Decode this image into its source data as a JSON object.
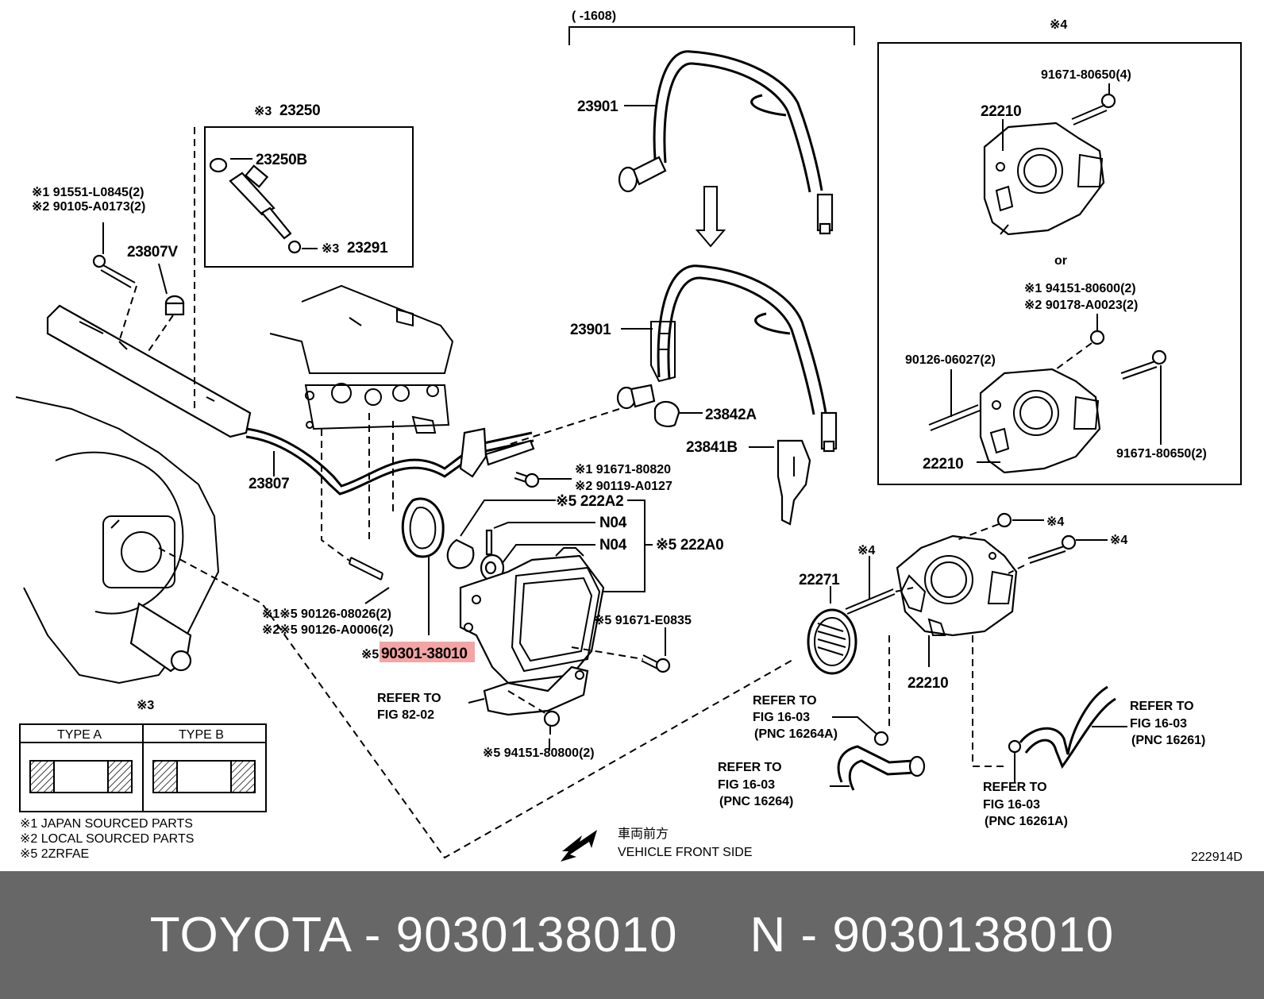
{
  "header": {
    "date_range": "(       -1608)",
    "group4_tag": "※4"
  },
  "labels": {
    "p23250": "23250",
    "p23250_mark": "※3",
    "p23250B": "23250B",
    "p23291": "23291",
    "p23291_mark": "※3",
    "p23807V": "23807V",
    "p23807": "23807",
    "bolt_a1": "※1 91551-L0845(2)",
    "bolt_a2": "※2 90105-A0173(2)",
    "p23901_top": "23901",
    "p23901_mid": "23901",
    "p23842A": "23842A",
    "p23841B": "23841B",
    "bolt_b1": "※1 91671-80820",
    "bolt_b2": "※2 90119-A0127",
    "p222A2": "※5 222A2",
    "n04_a": "N04",
    "n04_b": "N04",
    "p222A0": "※5 222A0",
    "stud_1": "※1※5 90126-08026(2)",
    "stud_2": "※2※5 90126-A0006(2)",
    "gasket_mark": "※5",
    "gasket_pn": "90301-38010",
    "bolt_c": "※5 91671-E0835",
    "refer_82": "REFER TO",
    "refer_82_fig": "FIG 82-02",
    "nut_c": "※5 94151-80800(2)",
    "box_bolt1": "91671-80650(4)",
    "box_22210_a": "22210",
    "box_or": "or",
    "box_nut1": "※1  94151-80600(2)",
    "box_nut2": "※2  90178-A0023(2)",
    "box_stud": "90126-06027(2)",
    "box_22210_b": "22210",
    "box_bolt2": "91671-80650(2)",
    "m4_a": "※4",
    "m4_b": "※4",
    "m4_c": "※4",
    "p22271": "22271",
    "p22210": "22210",
    "ref_16264A_1": "REFER TO",
    "ref_16264A_2": "FIG 16-03",
    "ref_16264A_3": "(PNC 16264A)",
    "ref_16264_1": "REFER TO",
    "ref_16264_2": "FIG 16-03",
    "ref_16264_3": "(PNC 16264)",
    "ref_16261_1": "REFER TO",
    "ref_16261_2": "FIG 16-03",
    "ref_16261_3": "(PNC 16261)",
    "ref_16261A_1": "REFER TO",
    "ref_16261A_2": "FIG 16-03",
    "ref_16261A_3": "(PNC 16261A)",
    "front_jp": "車両前方",
    "front_en": "VEHICLE FRONT SIDE",
    "fig_code": "222914D"
  },
  "legend": {
    "mark": "※3",
    "type_a": "TYPE A",
    "type_b": "TYPE B"
  },
  "notes": [
    "※1 JAPAN SOURCED PARTS",
    "※2 LOCAL SOURCED PARTS",
    "※5 2ZRFAE"
  ],
  "footer": {
    "title": "TOYOTA - 9030138010     N - 9030138010"
  },
  "highlight_color": "#f4a4a4",
  "footer_color": "#676767"
}
